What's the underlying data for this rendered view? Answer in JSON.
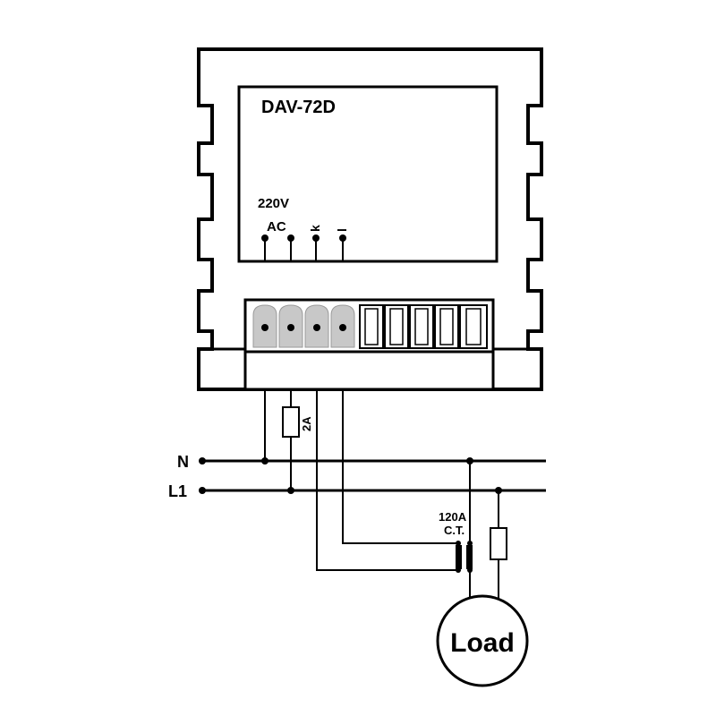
{
  "device": {
    "model": "DAV-72D",
    "supply_voltage": "220V",
    "supply_type": "AC",
    "terminal_k": "k",
    "terminal_l": "l"
  },
  "fuse": {
    "rating": "2A"
  },
  "lines": {
    "neutral": "N",
    "live": "L1"
  },
  "ct": {
    "rating": "120A",
    "name": "C.T."
  },
  "load": {
    "label": "Load"
  },
  "colors": {
    "line": "#000000",
    "terminal_fill": "#c8c8c8",
    "background": "#ffffff"
  }
}
